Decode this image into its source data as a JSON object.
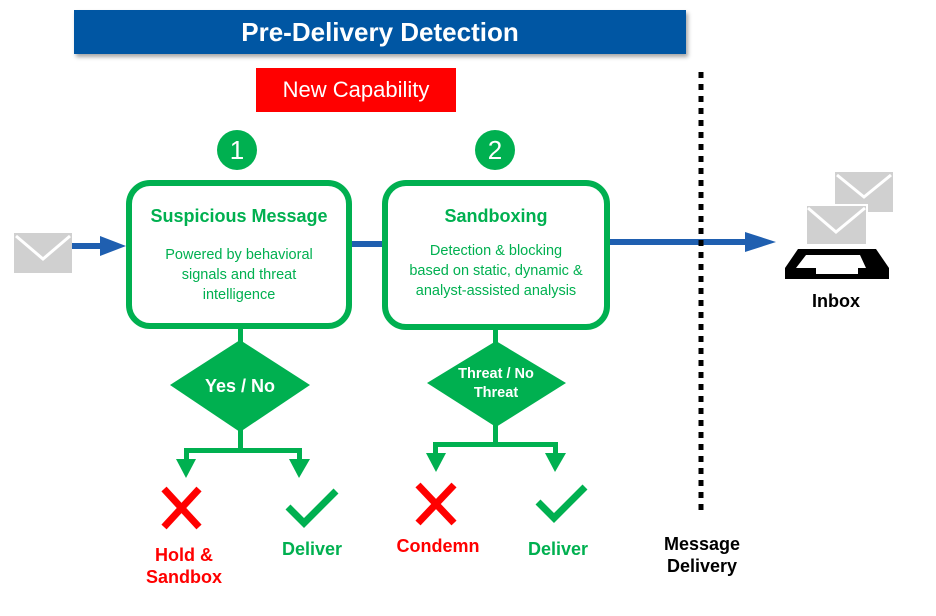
{
  "header": {
    "title": "Pre-Delivery Detection",
    "new_badge": "New Capability"
  },
  "colors": {
    "title_bg": "#0056a3",
    "badge_bg": "#ff0000",
    "stage_green": "#00b050",
    "flow_blue": "#1f5fb0",
    "negative_red": "#ff0000",
    "envelope_gray": "#d0d0d0"
  },
  "icons": {
    "incoming": "envelope-icon",
    "inbox": "inbox-tray-icon",
    "block": "x-mark-icon",
    "allow": "check-mark-icon"
  },
  "stages": [
    {
      "number": "1",
      "title": "Suspicious Message",
      "description": [
        "Powered by behavioral",
        "signals and threat",
        "intelligence"
      ],
      "decision": [
        "Yes / No"
      ],
      "outcomes": [
        {
          "label": [
            "Hold &",
            "Sandbox"
          ],
          "type": "block"
        },
        {
          "label": [
            "Deliver"
          ],
          "type": "allow"
        }
      ]
    },
    {
      "number": "2",
      "title": "Sandboxing",
      "description": [
        "Detection & blocking",
        "based on static, dynamic &",
        "analyst-assisted analysis"
      ],
      "decision": [
        "Threat / No",
        "Threat"
      ],
      "outcomes": [
        {
          "label": [
            "Condemn"
          ],
          "type": "block"
        },
        {
          "label": [
            "Deliver"
          ],
          "type": "allow"
        }
      ]
    }
  ],
  "boundary": {
    "label": [
      "Message",
      "Delivery"
    ]
  },
  "destination": {
    "label": "Inbox"
  }
}
